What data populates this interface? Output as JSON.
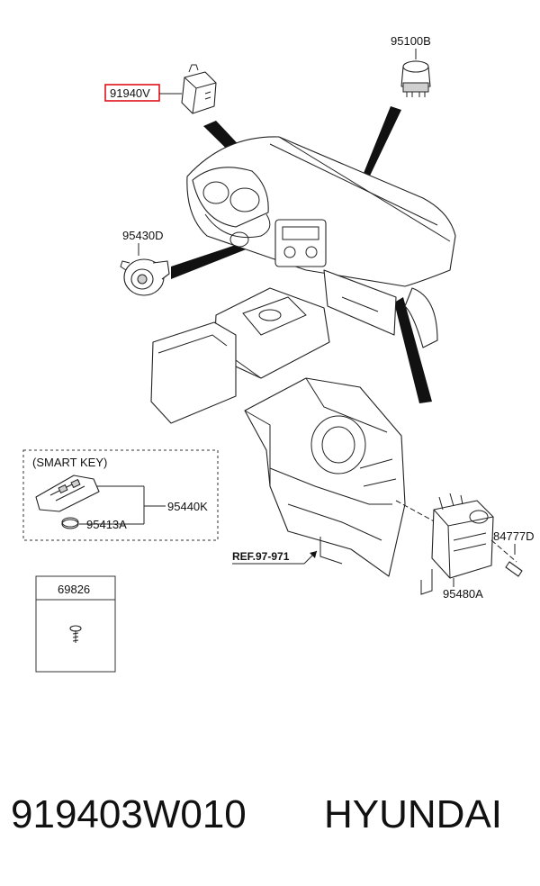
{
  "callouts": {
    "highlighted": "91940V",
    "p95100b": "95100B",
    "p95430d": "95430D",
    "p95440k": "95440K",
    "p95413a": "95413A",
    "p84777d": "84777D",
    "p95480a": "95480A",
    "ref": "REF.97-971",
    "smart_key": "(SMART KEY)",
    "screw_box": "69826"
  },
  "colors": {
    "highlight_box": "#e0101c",
    "line": "#222222"
  },
  "footer": {
    "part_number": "919403W010",
    "brand": "HYUNDAI"
  }
}
